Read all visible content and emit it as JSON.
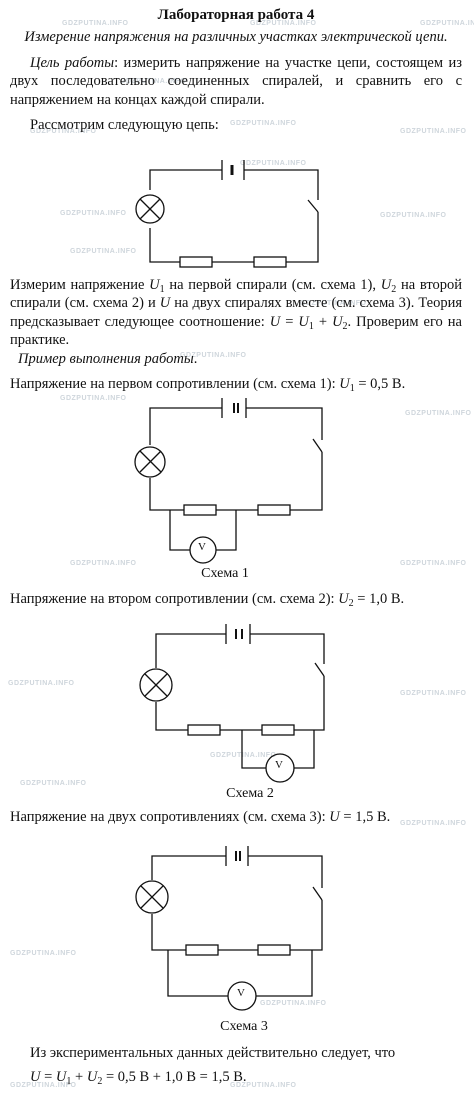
{
  "watermark": "GDZPUTINA.INFO",
  "title": "Лабораторная работа 4",
  "subtitle": "Измерение напряжения на различных участках электрической цепи.",
  "goal": {
    "label": "Цель работы",
    "text": ": измерить напряжение на участке цепи, состоящем из двух последовательно соединенных спиралей, и сравнить его с напряжением на концах каждой спирали."
  },
  "consider": "Рассмотрим следующую цепь:",
  "measure": {
    "p1": "Измерим напряжение ",
    "u1": "U",
    "u1sub": "1",
    "p2": " на первой спирали (см. схема 1), ",
    "u2": "U",
    "u2sub": "2",
    "p3": " на второй спирали (см. схема 2) и ",
    "u": "U",
    "p4": " на двух спиралях вместе (см. схема 3). Теория предсказывает следующее соотношение: ",
    "f_u": "U",
    "f_eq": " = ",
    "f_u1": "U",
    "f_u1sub": "1",
    "f_plus": " + ",
    "f_u2": "U",
    "f_u2sub": "2",
    "p5": ". Проверим его на практике."
  },
  "example": "Пример выполнения работы",
  "example_dot": ".",
  "v1": {
    "text": "Напряжение на первом сопротивлении (см. схема 1): ",
    "var": "U",
    "sub": "1",
    "val": " = 0,5 В."
  },
  "caption1": "Схема 1",
  "v2": {
    "text": "Напряжение на втором сопротивлении (см. схема 2): ",
    "var": "U",
    "sub": "2",
    "val": " = 1,0 В."
  },
  "caption2": "Схема 2",
  "v3": {
    "text": "Напряжение на двух сопротивлениях (см. схема 3): ",
    "var": "U",
    "val": " = 1,5 В."
  },
  "caption3": "Схема 3",
  "conclusion": "Из экспериментальных данных действительно следует, что",
  "final": {
    "u": "U",
    "eq": " = ",
    "u1": "U",
    "u1sub": "1",
    "plus": " + ",
    "u2": "U",
    "u2sub": "2",
    "rest": " = 0,5 В + 1,0 В = 1,5 В."
  },
  "voltmeter_symbol": "V"
}
